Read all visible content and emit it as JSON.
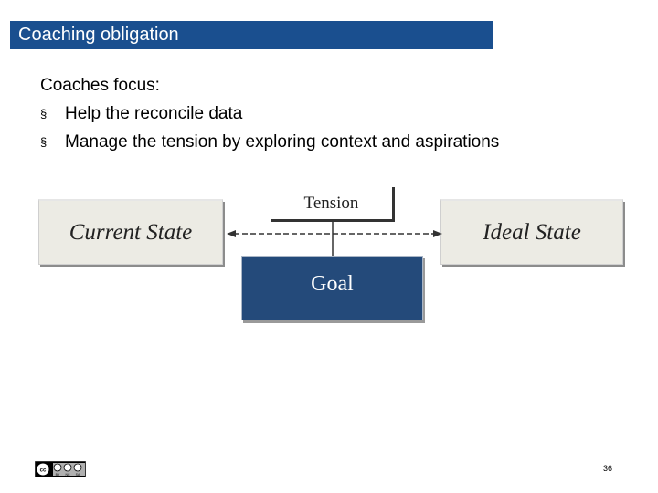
{
  "title": "Coaching obligation",
  "body": {
    "heading": "Coaches focus:",
    "bullet_symbol": "§",
    "bullets": [
      "Help the reconcile data",
      "Manage the tension by exploring context and aspirations"
    ]
  },
  "diagram": {
    "current_state": "Current State",
    "ideal_state": "Ideal State",
    "tension": "Tension",
    "goal": "Goal"
  },
  "license_badge": {
    "icons": [
      "cc-icon",
      "by-icon",
      "nc-icon",
      "sa-icon"
    ],
    "labels": [
      "BY",
      "NC",
      "SA"
    ]
  },
  "page_number": "36",
  "colors": {
    "title_bar": "#1a4f8f",
    "goal_box": "#244a7a",
    "state_box": "#ecebe4"
  }
}
